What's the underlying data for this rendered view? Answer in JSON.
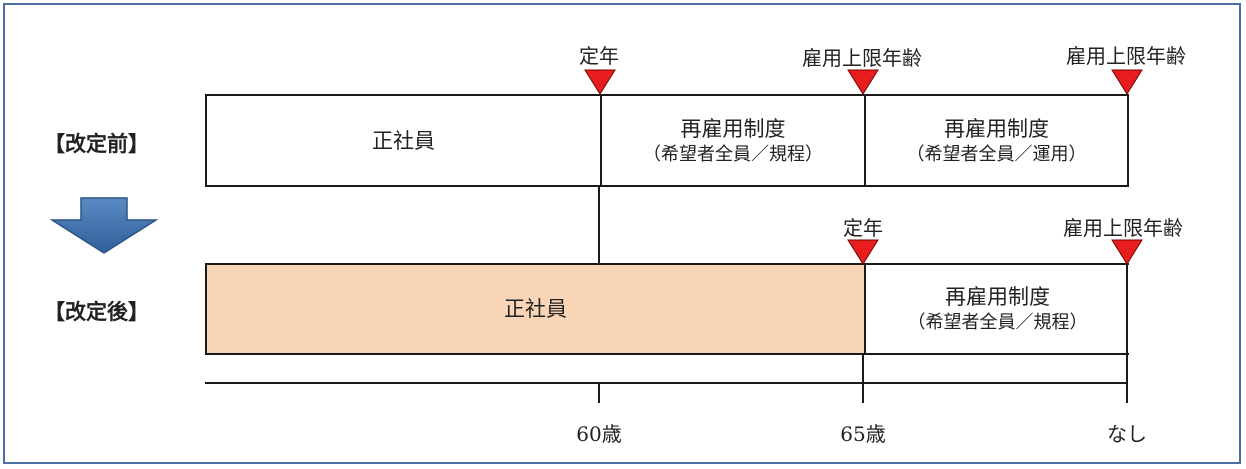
{
  "rows": [
    {
      "label": "【改定前】",
      "segments": [
        {
          "title": "正社員",
          "sub": ""
        },
        {
          "title": "再雇用制度",
          "sub": "（希望者全員／規程）"
        },
        {
          "title": "再雇用制度",
          "sub": "（希望者全員／運用）"
        }
      ],
      "markers": [
        "定年",
        "雇用上限年齢",
        "雇用上限年齢"
      ]
    },
    {
      "label": "【改定後】",
      "segments": [
        {
          "title": "正社員",
          "sub": ""
        },
        {
          "title": "再雇用制度",
          "sub": "（希望者全員／規程）"
        }
      ],
      "markers": [
        "定年",
        "雇用上限年齢"
      ]
    }
  ],
  "axis": {
    "ticks": [
      "60歳",
      "65歳",
      "なし"
    ]
  },
  "colors": {
    "frame": "#4a6fa5",
    "marker": "#e81e1e",
    "highlight": "#f8d5b7",
    "arrow": "#3d6ea8",
    "line": "#1a1a1a"
  },
  "icons": {
    "transition": "down-arrow-icon",
    "marker": "triangle-down-icon"
  }
}
